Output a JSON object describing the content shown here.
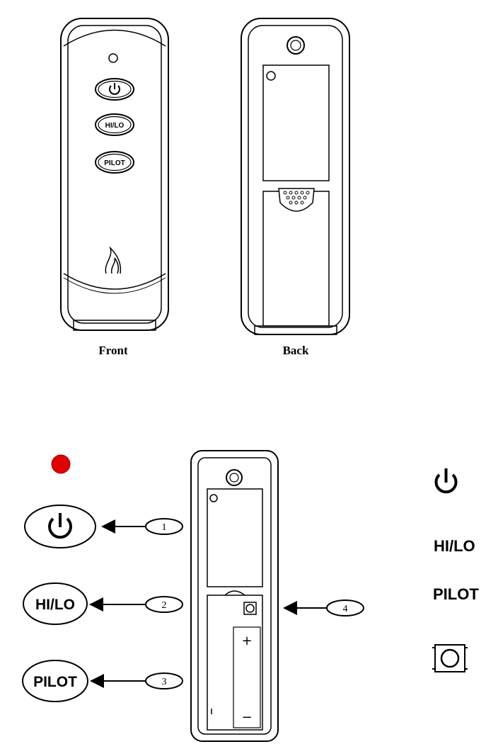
{
  "top_figure": {
    "front_caption": "Front",
    "back_caption": "Back",
    "front_buttons": {
      "hilo_label": "HI/LO",
      "pilot_label": "PILOT"
    }
  },
  "bottom_figure": {
    "indicator_color": "#e00000",
    "buttons": {
      "hilo_label": "HI/LO",
      "pilot_label": "PILOT"
    },
    "callouts": [
      "1",
      "2",
      "3",
      "4"
    ],
    "battery": {
      "plus": "+",
      "minus": "−"
    }
  },
  "legend": {
    "hilo_label": "HI/LO",
    "pilot_label": "PILOT"
  }
}
